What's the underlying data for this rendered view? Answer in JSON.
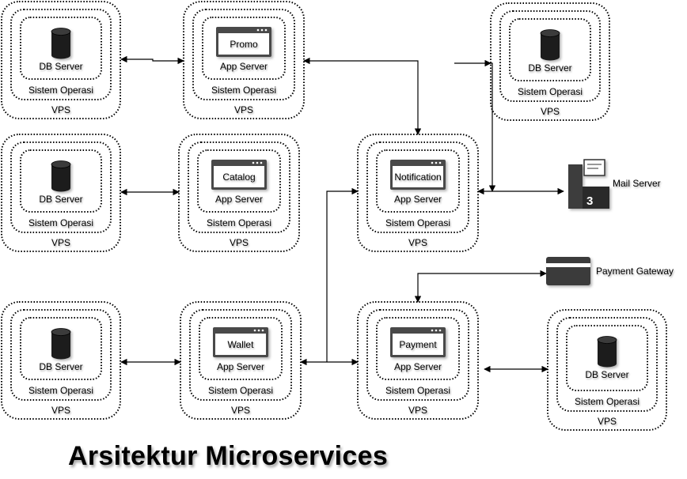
{
  "title": "Arsitektur Microservices",
  "vps_label": "VPS",
  "os_label": "Sistem Operasi",
  "db_label": "DB Server",
  "app_label": "App Server",
  "nodes": {
    "db1": {
      "kind": "db"
    },
    "promo": {
      "kind": "app",
      "service": "Promo"
    },
    "db2": {
      "kind": "db"
    },
    "catalog": {
      "kind": "app",
      "service": "Catalog"
    },
    "db3": {
      "kind": "db"
    },
    "wallet": {
      "kind": "app",
      "service": "Wallet"
    },
    "notification": {
      "kind": "app",
      "service": "Notification"
    },
    "payment": {
      "kind": "app",
      "service": "Payment"
    },
    "db4": {
      "kind": "db"
    },
    "db5": {
      "kind": "db"
    }
  },
  "externals": {
    "mail": {
      "label": "Mail Server",
      "icon": "mail-server-icon"
    },
    "payment_gateway": {
      "label": "Payment Gateway",
      "icon": "card-icon"
    }
  },
  "edges": [
    {
      "from": "db1",
      "to": "promo"
    },
    {
      "from": "promo",
      "to": "notification"
    },
    {
      "from": "db2",
      "to": "catalog"
    },
    {
      "from": "db3",
      "to": "wallet"
    },
    {
      "from": "wallet",
      "to": "notification"
    },
    {
      "from": "wallet",
      "to": "payment"
    },
    {
      "from": "notification",
      "to": "mail"
    },
    {
      "from": "notification",
      "to": "db5"
    },
    {
      "from": "payment_gateway",
      "to": "payment"
    },
    {
      "from": "payment",
      "to": "db4"
    }
  ]
}
